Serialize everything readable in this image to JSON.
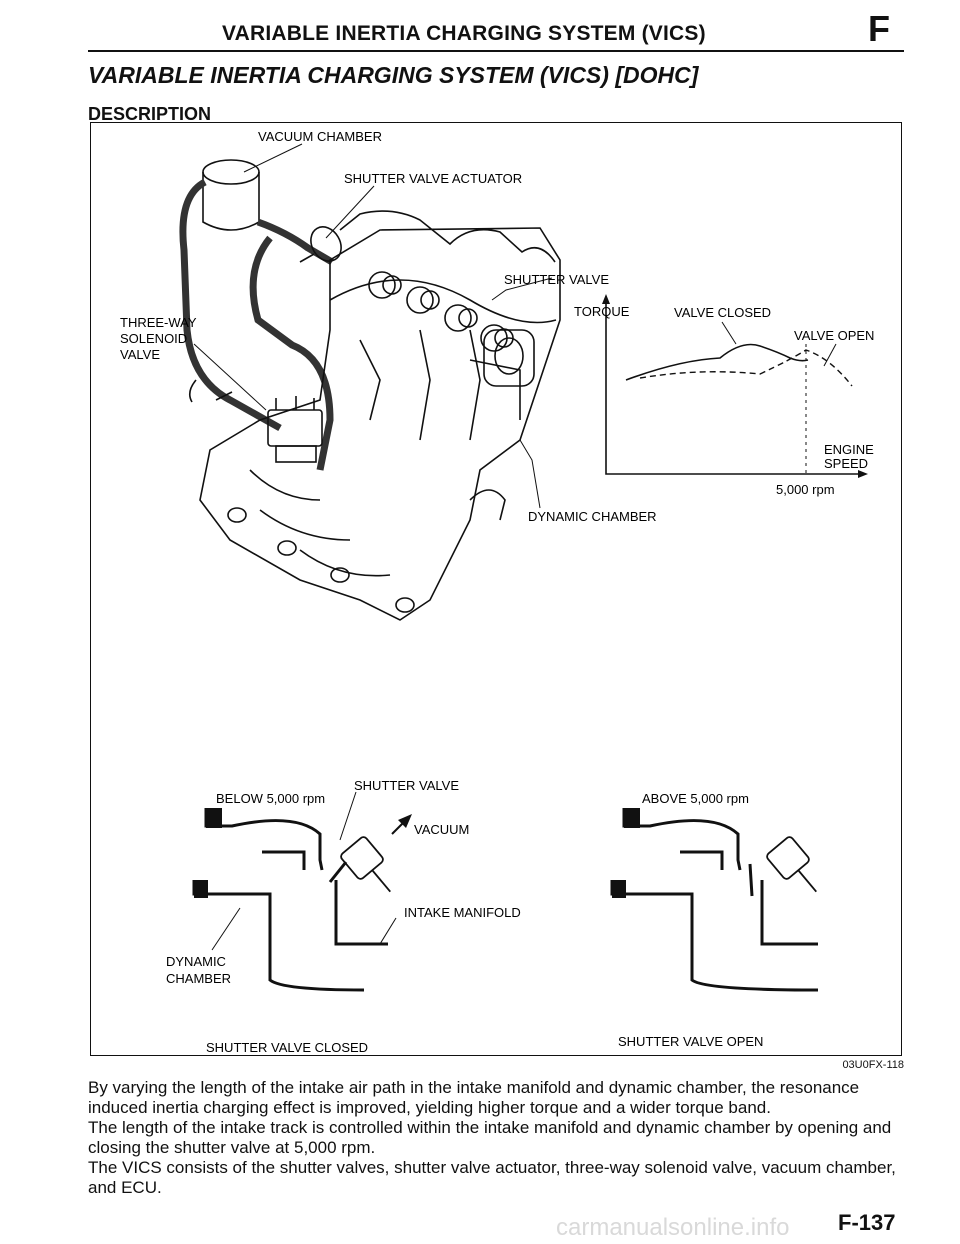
{
  "header": {
    "running_title": "VARIABLE INERTIA CHARGING SYSTEM (VICS)",
    "section_letter": "F"
  },
  "title": "VARIABLE INERTIA CHARGING SYSTEM (VICS) [DOHC]",
  "section_heading": "DESCRIPTION",
  "figure": {
    "engine_labels": {
      "vacuum_chamber": "VACUUM CHAMBER",
      "shutter_valve_actuator": "SHUTTER VALVE ACTUATOR",
      "shutter_valve": "SHUTTER VALVE",
      "three_way_line1": "THREE-WAY",
      "three_way_line2": "SOLENOID",
      "three_way_line3": "VALVE",
      "dynamic_chamber": "DYNAMIC CHAMBER"
    },
    "torque_graph": {
      "y_label": "TORQUE",
      "valve_closed": "VALVE CLOSED",
      "valve_open": "VALVE OPEN",
      "x_label_line1": "ENGINE",
      "x_label_line2": "SPEED",
      "switch_point": "5,000 rpm"
    },
    "left_view": {
      "condition": "BELOW 5,000 rpm",
      "shutter_valve": "SHUTTER VALVE",
      "vacuum": "VACUUM",
      "intake_manifold": "INTAKE MANIFOLD",
      "dynamic_line1": "DYNAMIC",
      "dynamic_line2": "CHAMBER",
      "caption": "SHUTTER VALVE CLOSED"
    },
    "right_view": {
      "condition": "ABOVE 5,000 rpm",
      "caption": "SHUTTER VALVE OPEN"
    },
    "code": "03U0FX-118"
  },
  "body": {
    "p1": "By varying the length of the intake air path in the intake manifold and dynamic chamber, the resonance induced inertia charging effect is improved, yielding higher torque and a wider torque band.",
    "p2": "The length of the intake track is controlled within the intake manifold and dynamic chamber by opening and closing the shutter valve at 5,000 rpm.",
    "p3": "The VICS consists of the shutter valves, shutter valve actuator, three-way solenoid valve, vacuum chamber, and ECU."
  },
  "page_number": "F-137",
  "watermark": "carmanualsonline.info"
}
